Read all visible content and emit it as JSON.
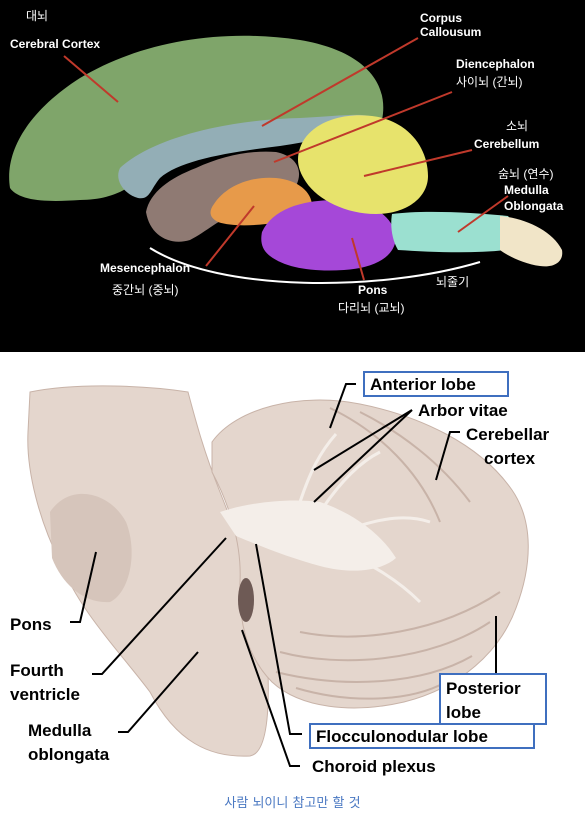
{
  "top_diagram": {
    "labels": {
      "daenoe": "대뇌",
      "cerebral_cortex": "Cerebral Cortex",
      "corpus_1": "Corpus",
      "corpus_2": "Callousum",
      "diencephalon": "Diencephalon",
      "diencephalon_ko": "사이뇌 (간뇌)",
      "sonoe": "소뇌",
      "cerebellum": "Cerebellum",
      "sumnoe": "숨뇌 (연수)",
      "medulla_1": "Medulla",
      "medulla_2": "Oblongata",
      "mesencephalon": "Mesencephalon",
      "mesencephalon_ko": "중간뇌 (중뇌)",
      "pons": "Pons",
      "pons_ko": "다리뇌 (교뇌)",
      "brainstem_ko": "뇌줄기"
    },
    "colors": {
      "background": "#000000",
      "cerebrum": "#7fa56a",
      "corpus_callosum": "#93aeb6",
      "diencephalon": "#8f7a73",
      "mesencephalon": "#e79a4a",
      "pons": "#a548d8",
      "cerebellum": "#e7e36c",
      "medulla": "#9be0d0",
      "spinal": "#f1e5c8",
      "leader_line": "#c0392b"
    }
  },
  "bottom_photo": {
    "labels": {
      "anterior_lobe": "Anterior lobe",
      "arbor_vitae": "Arbor vitae",
      "cerebellar_1": "Cerebellar",
      "cerebellar_2": "cortex",
      "pons": "Pons",
      "fourth_1": "Fourth",
      "fourth_2": "ventricle",
      "medulla_1": "Medulla",
      "medulla_2": "oblongata",
      "posterior_1": "Posterior",
      "posterior_2": "lobe",
      "flocculonodular": "Flocculonodular lobe",
      "choroid": "Choroid plexus"
    },
    "colors": {
      "tissue": "#e4d6cd",
      "tissue_shadow": "#c8b3a8",
      "white_matter": "#f4eee9",
      "box_border": "#3f6fbf",
      "line": "#000000"
    }
  },
  "caption": "사람 뇌이니 참고만 할 것"
}
